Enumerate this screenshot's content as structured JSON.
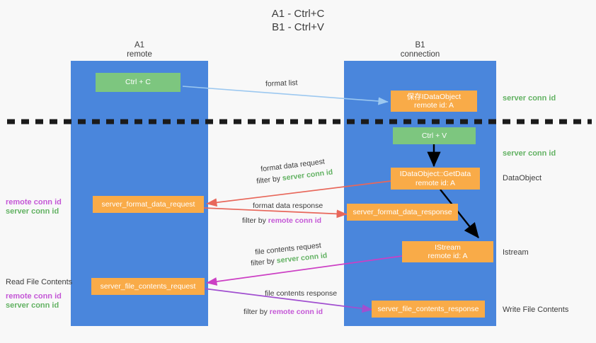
{
  "title": {
    "line1": "A1 - Ctrl+C",
    "line2": "B1 - Ctrl+V"
  },
  "colors": {
    "lane": "#4a86dc",
    "green_box": "#7dc67f",
    "orange_box": "#f9ab48",
    "green_text": "#63b263",
    "purple_text": "#c457d6",
    "arrow_blue": "#9cc8f0",
    "arrow_red": "#e8675a",
    "arrow_magenta": "#cc3fc4",
    "arrow_purple": "#a14fd0",
    "arrow_black": "#000000",
    "background": "#f8f8f8"
  },
  "lanes": [
    {
      "id": "a1",
      "title": "A1",
      "subtitle": "remote"
    },
    {
      "id": "b1",
      "title": "B1",
      "subtitle": "connection"
    }
  ],
  "nodes": {
    "ctrl_c": {
      "line1": "Ctrl + C",
      "line2": ""
    },
    "save_idataobject": {
      "line1": "保存IDataObject",
      "line2": "remote id: A"
    },
    "ctrl_v": {
      "line1": "Ctrl + V",
      "line2": ""
    },
    "getdata": {
      "line1": "IDataObject::GetData",
      "line2": "remote id: A"
    },
    "format_data_request": {
      "line1": "server_format_data_request",
      "line2": ""
    },
    "format_data_response": {
      "line1": "server_format_data_response",
      "line2": ""
    },
    "istream": {
      "line1": "IStream",
      "line2": "remote id: A"
    },
    "file_contents_request": {
      "line1": "server_file_contents_request",
      "line2": ""
    },
    "file_contents_response": {
      "line1": "server_file_contents_response",
      "line2": ""
    }
  },
  "right_annotations": [
    {
      "id": "server-conn-id-1",
      "text": "server conn id",
      "style": "green"
    },
    {
      "id": "server-conn-id-2",
      "text": "server conn id",
      "style": "green"
    },
    {
      "id": "dataobject",
      "text": "DataObject",
      "style": "dark"
    },
    {
      "id": "istream",
      "text": "Istream",
      "style": "dark"
    },
    {
      "id": "write-file-contents",
      "text": "Write File Contents",
      "style": "dark"
    }
  ],
  "left_annotations": [
    {
      "id": "remote-conn-id-1",
      "text": "remote conn id",
      "style": "purple"
    },
    {
      "id": "server-conn-id-3",
      "text": "server conn id",
      "style": "green"
    },
    {
      "id": "read-file-contents",
      "text": "Read File Contents",
      "style": "dark"
    },
    {
      "id": "remote-conn-id-2",
      "text": "remote conn id",
      "style": "purple"
    },
    {
      "id": "server-conn-id-4",
      "text": "server conn id",
      "style": "green"
    }
  ],
  "edge_labels": {
    "format_list": "format list",
    "format_data_request_main": "format data request",
    "format_data_request_filter_pre": "filter by ",
    "format_data_request_filter_key": "server conn id",
    "format_data_response_main": "format data response",
    "format_data_response_filter_pre": "filter by ",
    "format_data_response_filter_key": "remote conn id",
    "file_contents_request_main": "file contents request",
    "file_contents_request_filter_pre": "filter by ",
    "file_contents_request_filter_key": "server conn id",
    "file_contents_response_main": "file contents response",
    "file_contents_response_filter_pre": "filter by ",
    "file_contents_response_filter_key": "remote conn id"
  }
}
